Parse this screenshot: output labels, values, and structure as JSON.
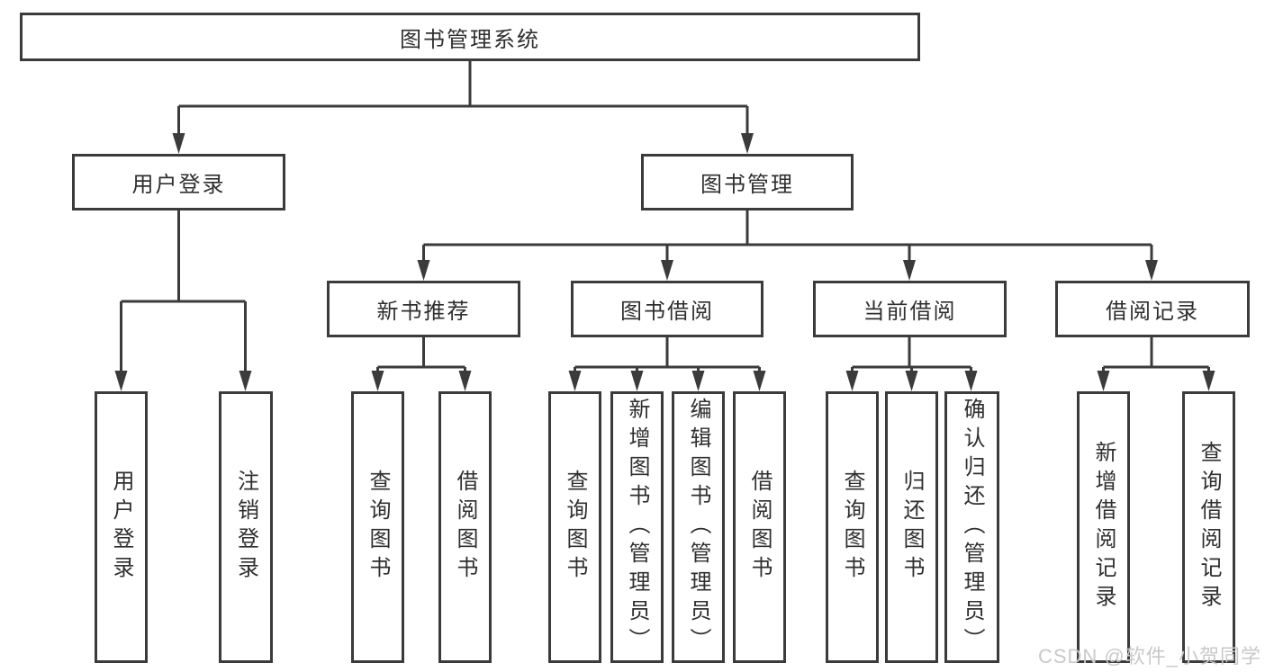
{
  "diagram": {
    "title": "图书管理系统",
    "level2": {
      "user_login": "用户登录",
      "book_management": "图书管理"
    },
    "user_login_children": [
      "用户登录",
      "注销登录"
    ],
    "book_management_children": [
      "新书推荐",
      "图书借阅",
      "当前借阅",
      "借阅记录"
    ],
    "new_book_children": [
      "查询图书",
      "借阅图书"
    ],
    "book_borrow_children": [
      "查询图书",
      "新增图书（管理员）",
      "编辑图书（管理员）",
      "借阅图书"
    ],
    "current_borrow_children": [
      "查询图书",
      "归还图书",
      "确认归还（管理员）"
    ],
    "borrow_record_children": [
      "新增借阅记录",
      "查询借阅记录"
    ],
    "colors": {
      "line": "#3b3b3b",
      "node_border": "#3b3b3b",
      "node_fill": "#ffffff",
      "text": "#2f2f2f",
      "watermark": "#c9c9c9"
    }
  },
  "watermark": "CSDN @软件_小贺同学"
}
